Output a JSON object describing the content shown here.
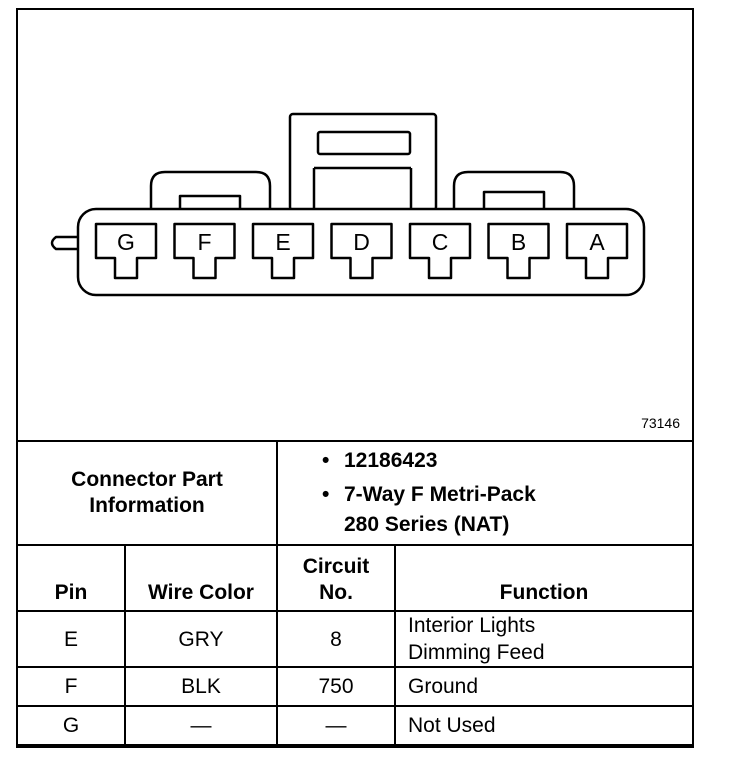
{
  "figure_number": "73146",
  "connector": {
    "pins_left_to_right": [
      "G",
      "F",
      "E",
      "D",
      "C",
      "B",
      "A"
    ]
  },
  "part_info": {
    "label_line1": "Connector Part",
    "label_line2": "Information",
    "items": [
      "12186423",
      "7-Way F Metri-Pack",
      "280 Series (NAT)"
    ]
  },
  "pin_table": {
    "headers": {
      "pin": "Pin",
      "wire_color": "Wire Color",
      "circuit_line1": "Circuit",
      "circuit_line2": "No.",
      "function": "Function"
    },
    "rows": [
      {
        "pin": "E",
        "wire_color": "GRY",
        "circuit": "8",
        "function_line1": "Interior Lights",
        "function_line2": "Dimming Feed"
      },
      {
        "pin": "F",
        "wire_color": "BLK",
        "circuit": "750",
        "function_line1": "Ground",
        "function_line2": ""
      },
      {
        "pin": "G",
        "wire_color": "—",
        "circuit": "—",
        "function_line1": "Not Used",
        "function_line2": ""
      }
    ]
  }
}
